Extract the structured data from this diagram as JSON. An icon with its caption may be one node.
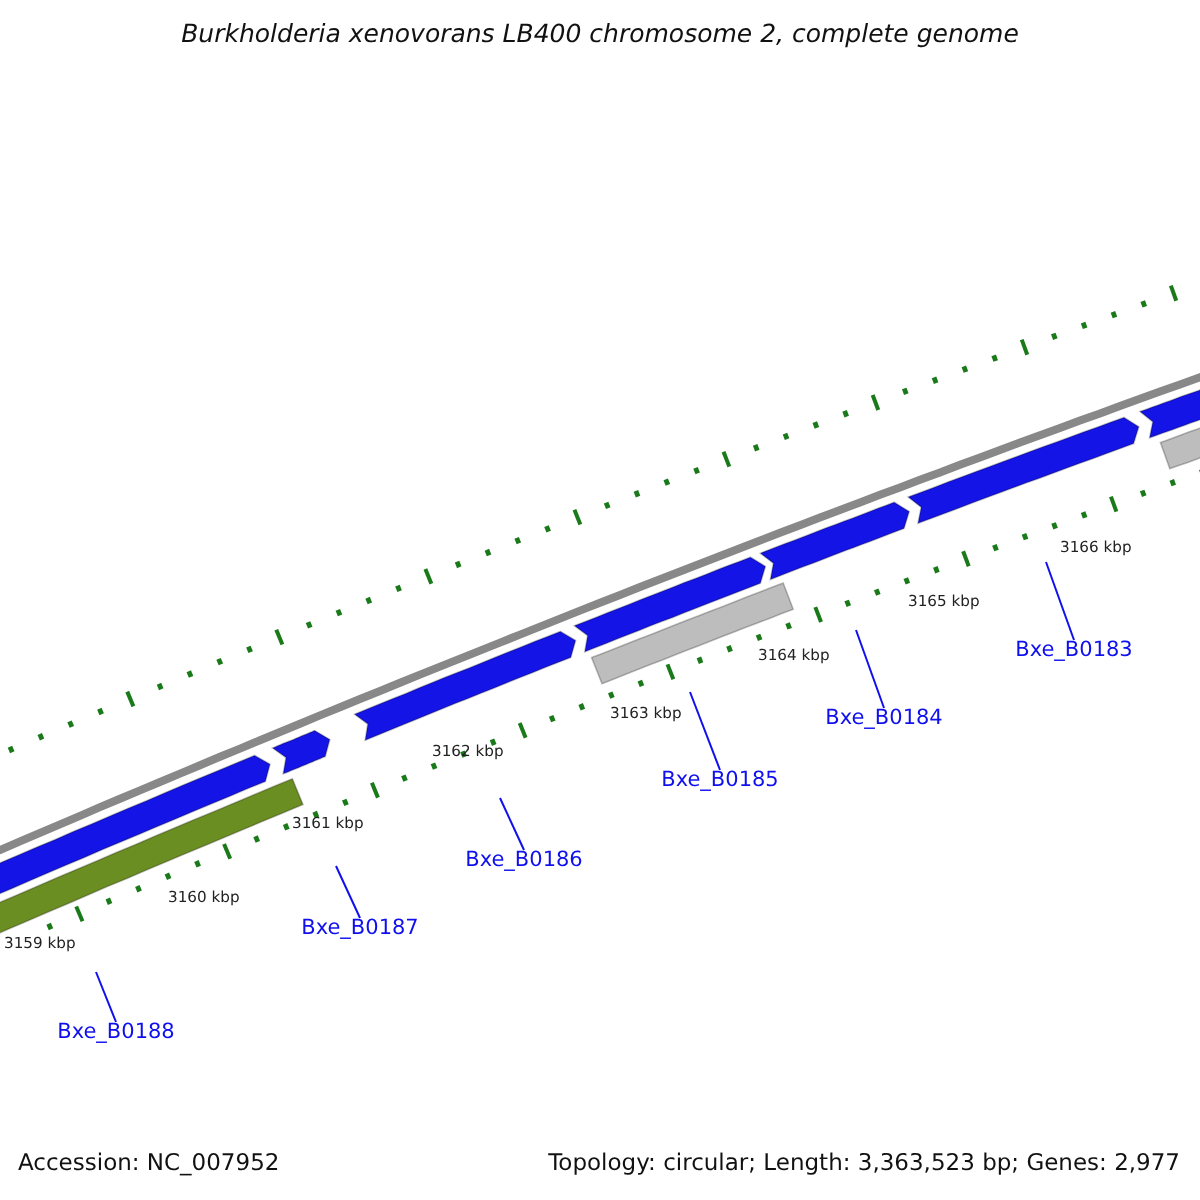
{
  "diagram": {
    "title": "Burkholderia xenovorans LB400 chromosome 2, complete genome",
    "nodes": [
      {
        "text": [
          "Bxe_B0188"
        ]
      },
      {
        "text": [
          "Bxe_B0187"
        ]
      },
      {
        "text": [
          "Bxe_B0186"
        ]
      },
      {
        "text": [
          "Bxe_B0185"
        ]
      },
      {
        "text": [
          "Bxe_B0184"
        ]
      },
      {
        "text": [
          "Bxe_B0183"
        ]
      }
    ],
    "edges": [
      {
        "from": 0,
        "to": null,
        "arrow": "none"
      },
      {
        "from": 1,
        "to": null,
        "arrow": "none"
      },
      {
        "from": 2,
        "to": null,
        "arrow": "none"
      },
      {
        "from": 3,
        "to": null,
        "arrow": "none"
      },
      {
        "from": 4,
        "to": null,
        "arrow": "none"
      },
      {
        "from": 5,
        "to": null,
        "arrow": "none"
      }
    ],
    "labels": [
      "3159 kbp",
      "3160 kbp",
      "3161 kbp",
      "3162 kbp",
      "3163 kbp",
      "3164 kbp",
      "3165 kbp",
      "3166 kbp",
      "Accession: NC_007952",
      "Topology: circular; Length: 3,363,523 bp; Genes: 2,977"
    ]
  }
}
